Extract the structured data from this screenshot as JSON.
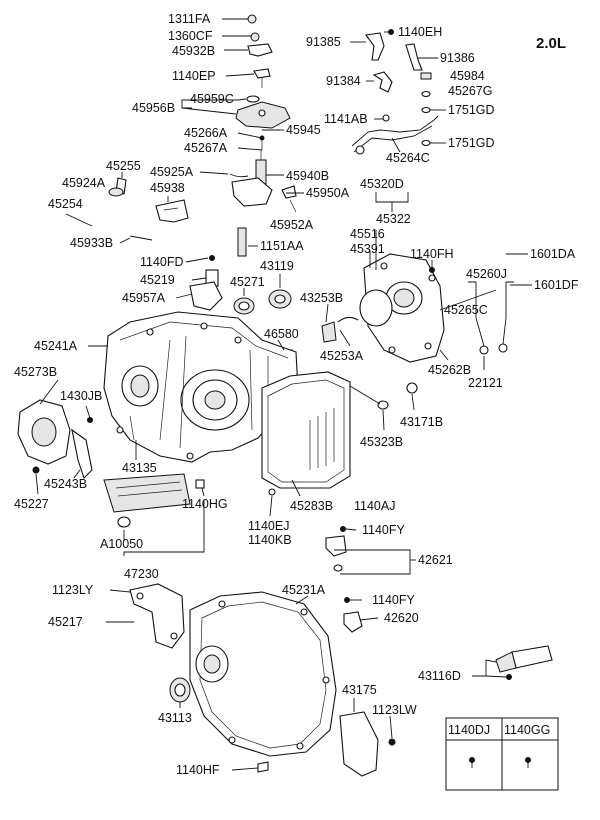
{
  "engine_label": "2.0L",
  "labels": {
    "p1311FA": "1311FA",
    "p1360CF": "1360CF",
    "p45932B": "45932B",
    "p1140EP": "1140EP",
    "p45956B": "45956B",
    "p45959C": "45959C",
    "p45266A": "45266A",
    "p45945": "45945",
    "p45267A": "45267A",
    "p91385": "91385",
    "p1140EH": "1140EH",
    "p91386": "91386",
    "p91384": "91384",
    "p45984": "45984",
    "p45267G": "45267G",
    "p1141AB": "1141AB",
    "p1751GD_a": "1751GD",
    "p1751GD_b": "1751GD",
    "p45264C": "45264C",
    "p45255": "45255",
    "p45924A": "45924A",
    "p45925A": "45925A",
    "p45940B": "45940B",
    "p45938": "45938",
    "p45950A": "45950A",
    "p45254": "45254",
    "p45952A": "45952A",
    "p45933B": "45933B",
    "p1151AA": "1151AA",
    "p45320D": "45320D",
    "p45322": "45322",
    "p45516": "45516",
    "p45391": "45391",
    "p1140FH": "1140FH",
    "p1601DA": "1601DA",
    "p1140FD": "1140FD",
    "p43119": "43119",
    "p45219": "45219",
    "p45271": "45271",
    "p45260J": "45260J",
    "p1601DF": "1601DF",
    "p45957A": "45957A",
    "p43253B": "43253B",
    "p45265C": "45265C",
    "p46580": "46580",
    "p45241A": "45241A",
    "p45253A": "45253A",
    "p45262B": "45262B",
    "p22121": "22121",
    "p45273B": "45273B",
    "p1430JB": "1430JB",
    "p43171B": "43171B",
    "p45323B": "45323B",
    "p43135": "43135",
    "p45243B": "45243B",
    "p45227": "45227",
    "p1140HG": "1140HG",
    "p45283B": "45283B",
    "p1140AJ": "1140AJ",
    "p1140EJ": "1140EJ",
    "p1140KB": "1140KB",
    "p1140FY_a": "1140FY",
    "pA10050": "A10050",
    "p42621": "42621",
    "p47230": "47230",
    "p1123LY": "1123LY",
    "p45231A": "45231A",
    "p1140FY_b": "1140FY",
    "p45217": "45217",
    "p42620": "42620",
    "p43116D": "43116D",
    "p43175": "43175",
    "p43113": "43113",
    "p1123LW": "1123LW",
    "p1140HF": "1140HF"
  },
  "legend_table": {
    "col1": "1140DJ",
    "col2": "1140GG"
  }
}
